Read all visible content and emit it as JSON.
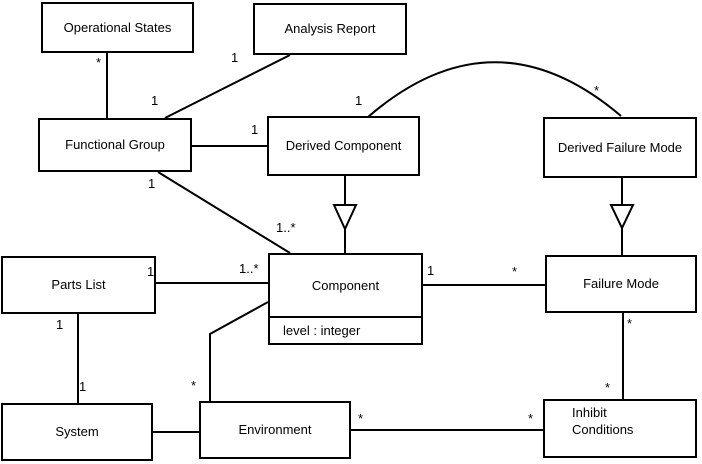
{
  "diagram": {
    "kind": "uml-class-diagram",
    "background_color": "#ffffff",
    "line_color": "#000000",
    "nodes": {
      "operational_states": {
        "label": "Operational States"
      },
      "analysis_report": {
        "label": "Analysis Report"
      },
      "functional_group": {
        "label": "Functional Group"
      },
      "derived_component": {
        "label": "Derived Component"
      },
      "derived_failure_mode": {
        "label": "Derived Failure Mode"
      },
      "component": {
        "label": "Component",
        "attributes": [
          "level : integer"
        ]
      },
      "failure_mode": {
        "label": "Failure Mode"
      },
      "parts_list": {
        "label": "Parts List"
      },
      "system": {
        "label": "System"
      },
      "environment": {
        "label": "Environment"
      },
      "inhibit_conditions": {
        "label": "Inhibit\nConditions"
      }
    },
    "multiplicities": {
      "operational_states_end": "*",
      "analysis_report_end": "1",
      "functional_group_analysis_end": "1",
      "functional_group_derived_component_end": "1",
      "functional_group_component_source": "1",
      "functional_group_component_target": "1..*",
      "derived_component_arc_end": "1",
      "derived_failure_mode_arc_end": "*",
      "parts_list_component_source": "1",
      "parts_list_component_target": "1..*",
      "component_failure_mode_source": "1",
      "component_failure_mode_target": "*",
      "parts_list_system_source": "1",
      "parts_list_system_target": "1",
      "component_environment_end": "*",
      "environment_inhibit_source": "*",
      "environment_inhibit_target": "*",
      "failure_mode_inhibit_source": "*",
      "failure_mode_inhibit_target": "*"
    }
  }
}
